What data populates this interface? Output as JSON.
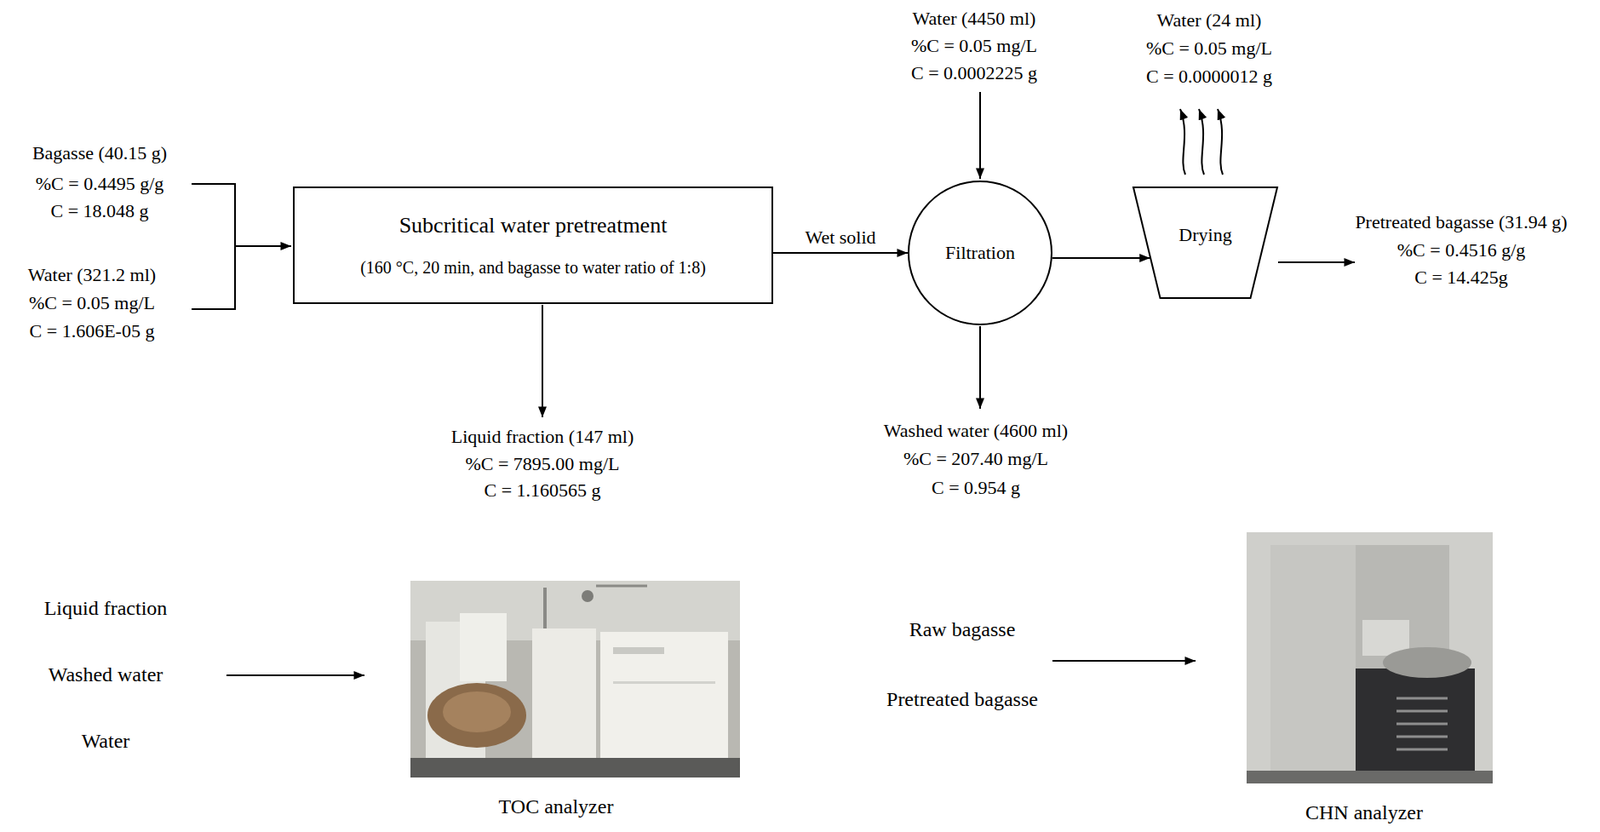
{
  "diagram": {
    "nodes": [
      {
        "text": [
          "Subcritical water pretreatment",
          "(160 °C, 20 min, and bagasse to water ratio of 1:8)"
        ]
      },
      {
        "text": [
          "Filtration"
        ]
      },
      {
        "text": [
          "Drying"
        ]
      }
    ],
    "edges": [
      {
        "from": 0,
        "to": 1,
        "arrow": "to",
        "label": "Wet solid"
      },
      {
        "from": 1,
        "to": 2,
        "arrow": "to"
      }
    ],
    "labels": [
      "Bagasse (40.15 g)",
      "%C = 0.4495 g/g",
      "C = 18.048 g",
      "Water (321.2 ml)",
      "%C = 0.05 mg/L",
      "C = 1.606E-05 g",
      "Liquid fraction (147 ml)",
      "%C = 7895.00 mg/L",
      "C = 1.160565 g",
      "Water (4450 ml)",
      "%C = 0.05 mg/L",
      "C = 0.0002225 g",
      "Washed water (4600 ml)",
      "%C = 207.40 mg/L",
      "C = 0.954 g",
      "Water (24 ml)",
      "%C = 0.05 mg/L",
      "C = 0.0000012 g",
      "Pretreated bagasse (31.94 g)",
      "%C = 0.4516 g/g",
      "C = 14.425g",
      "Liquid fraction",
      "Washed water",
      "Water",
      "TOC analyzer",
      "Raw bagasse",
      "Pretreated bagasse",
      "CHN analyzer"
    ]
  }
}
